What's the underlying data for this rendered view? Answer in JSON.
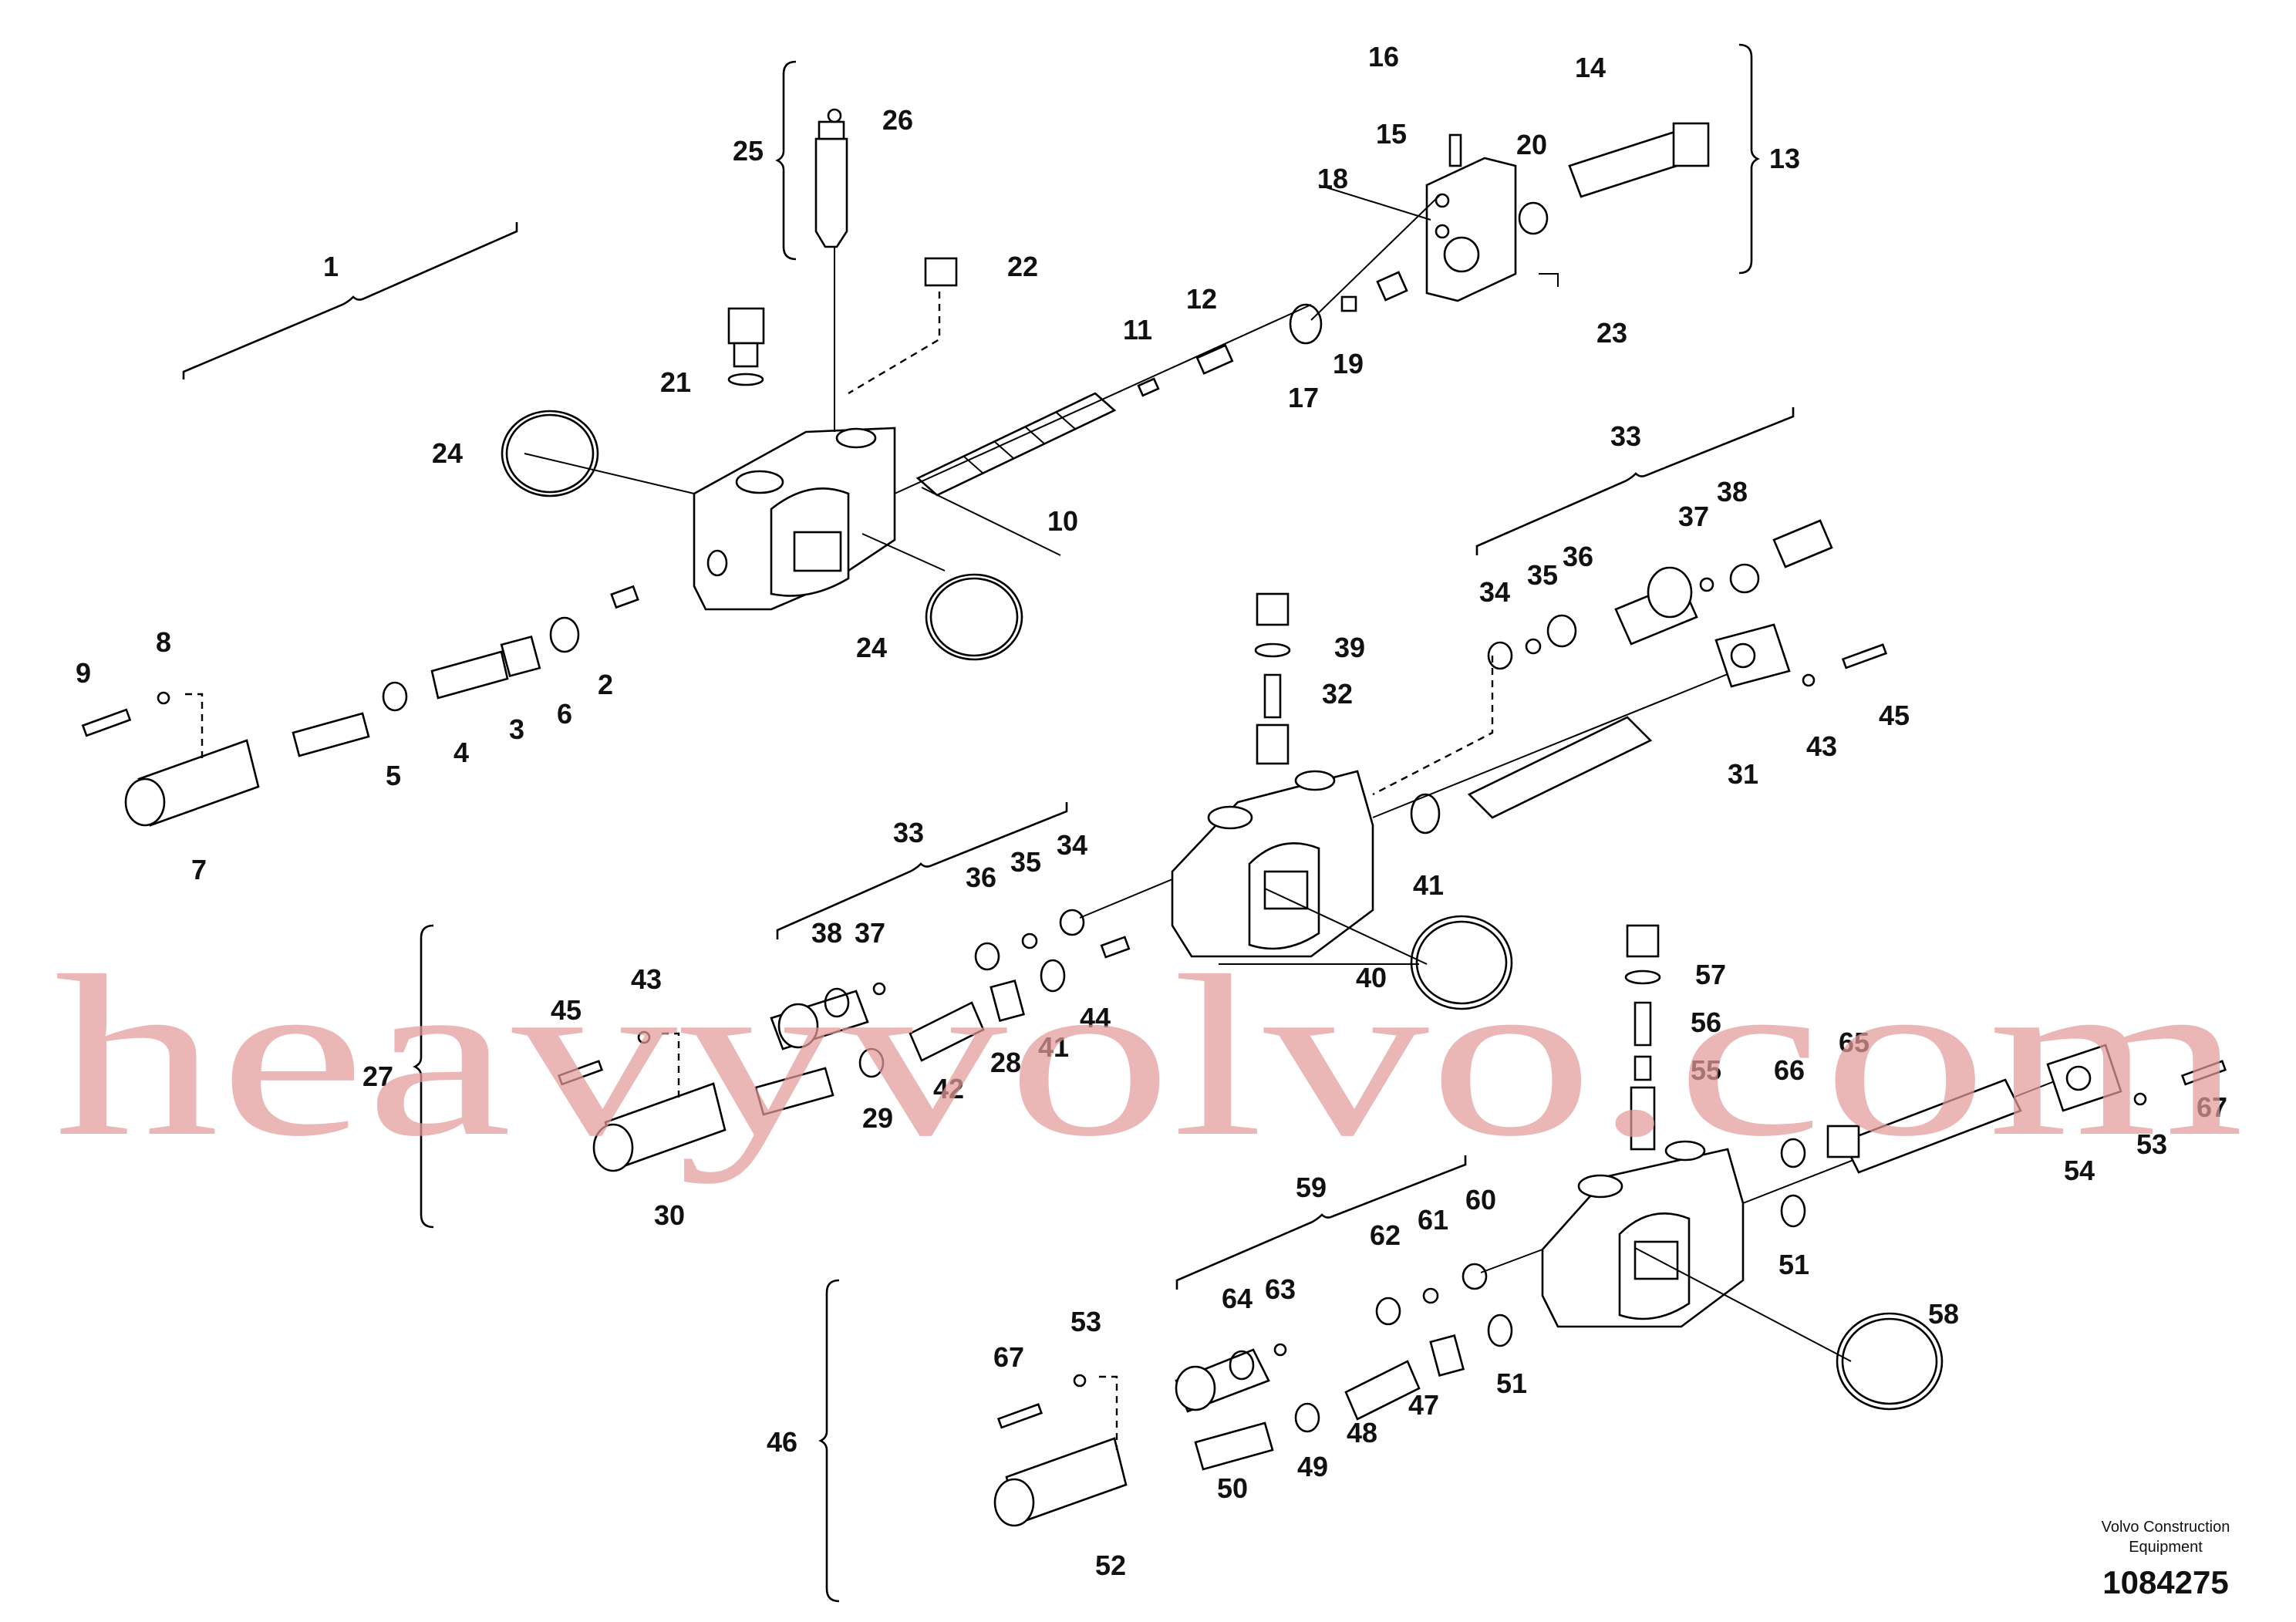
{
  "diagram": {
    "callouts": [
      "1",
      "2",
      "3",
      "4",
      "5",
      "6",
      "7",
      "8",
      "9",
      "10",
      "11",
      "12",
      "13",
      "14",
      "15",
      "16",
      "17",
      "18",
      "19",
      "20",
      "21",
      "22",
      "23",
      "24",
      "25",
      "26",
      "27",
      "28",
      "29",
      "30",
      "31",
      "32",
      "33",
      "34",
      "35",
      "36",
      "37",
      "38",
      "39",
      "40",
      "41",
      "42",
      "43",
      "44",
      "45",
      "46",
      "47",
      "48",
      "49",
      "50",
      "51",
      "52",
      "53",
      "54",
      "55",
      "56",
      "57",
      "58",
      "59",
      "60",
      "61",
      "62",
      "63",
      "64",
      "65",
      "66",
      "67"
    ],
    "callouts_extra": {
      "p24b": "24",
      "p33b": "33",
      "p34b": "34",
      "p35b": "35",
      "p36b": "36",
      "p37b": "37",
      "p38b": "38",
      "p41b": "41",
      "p43b": "43",
      "p45b": "45",
      "p53b": "53",
      "p67b": "67",
      "p51b": "51"
    }
  },
  "watermark": "heavyvolvo.com",
  "brand_line1": "Volvo Construction",
  "brand_line2": "Equipment",
  "doc_number": "1084275"
}
